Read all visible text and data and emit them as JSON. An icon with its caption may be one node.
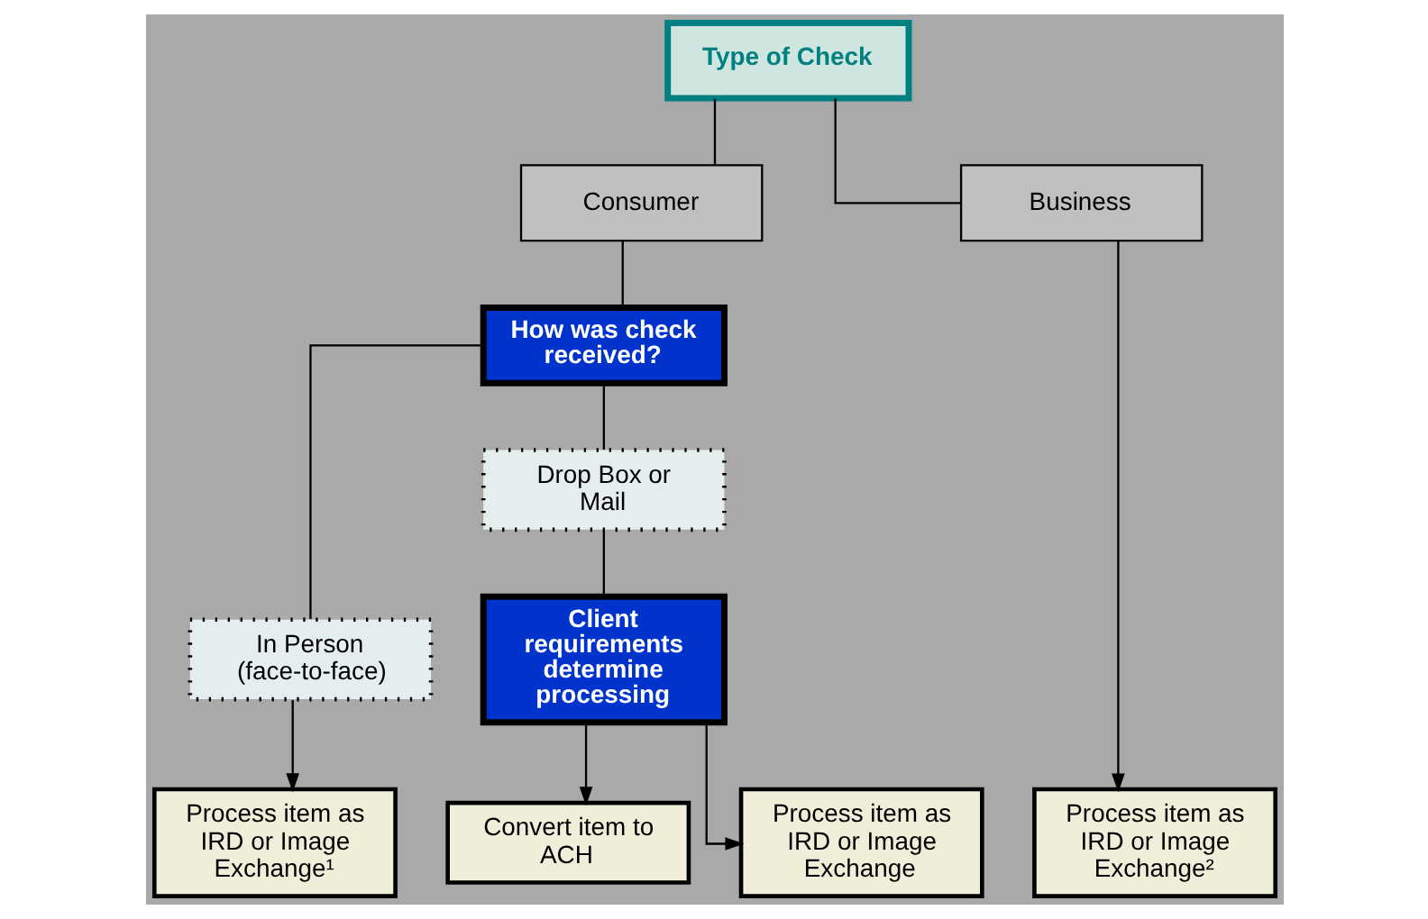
{
  "diagram": {
    "nodes": [
      {
        "text": [
          "Type of Check"
        ]
      },
      {
        "text": [
          "Consumer"
        ]
      },
      {
        "text": [
          "Business"
        ]
      },
      {
        "text": [
          "How was check received?"
        ]
      },
      {
        "text": [
          "In Person (face-to-face)"
        ]
      },
      {
        "text": [
          "Drop Box or Mail"
        ]
      },
      {
        "text": [
          "Client requirements determine processing"
        ]
      },
      {
        "text": [
          "Process item as IRD or Image Exchange¹"
        ]
      },
      {
        "text": [
          "Convert item to ACH"
        ]
      },
      {
        "text": [
          "Process item as IRD or Image Exchange"
        ]
      },
      {
        "text": [
          "Process item as IRD or Image Exchange²"
        ]
      }
    ],
    "edges": [
      {
        "from": 0,
        "to": 1,
        "arrow": "none"
      },
      {
        "from": 0,
        "to": 2,
        "arrow": "none"
      },
      {
        "from": 1,
        "to": 3,
        "arrow": "none"
      },
      {
        "from": 3,
        "to": 4,
        "arrow": "none"
      },
      {
        "from": 3,
        "to": 5,
        "arrow": "none"
      },
      {
        "from": 5,
        "to": 6,
        "arrow": "none"
      },
      {
        "from": 4,
        "to": 7,
        "arrow": "to"
      },
      {
        "from": 6,
        "to": 8,
        "arrow": "to"
      },
      {
        "from": 6,
        "to": 9,
        "arrow": "to"
      },
      {
        "from": 2,
        "to": 10,
        "arrow": "to"
      }
    ]
  }
}
